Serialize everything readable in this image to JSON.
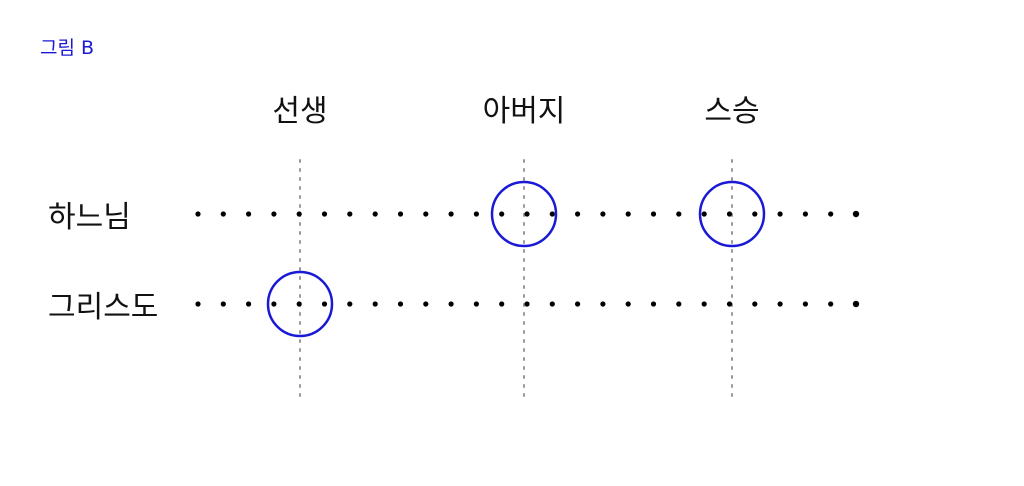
{
  "caption": "그림 B",
  "columns": [
    {
      "label": "선생"
    },
    {
      "label": "아버지"
    },
    {
      "label": "스승"
    }
  ],
  "rows": [
    {
      "label": "하느님",
      "circled_columns": [
        1,
        2
      ]
    },
    {
      "label": "그리스도",
      "circled_columns": [
        0
      ]
    }
  ],
  "colors": {
    "circle": "#1a1ad6",
    "caption": "#1a1ad6",
    "dots": "#000000",
    "guide": "#999999"
  }
}
